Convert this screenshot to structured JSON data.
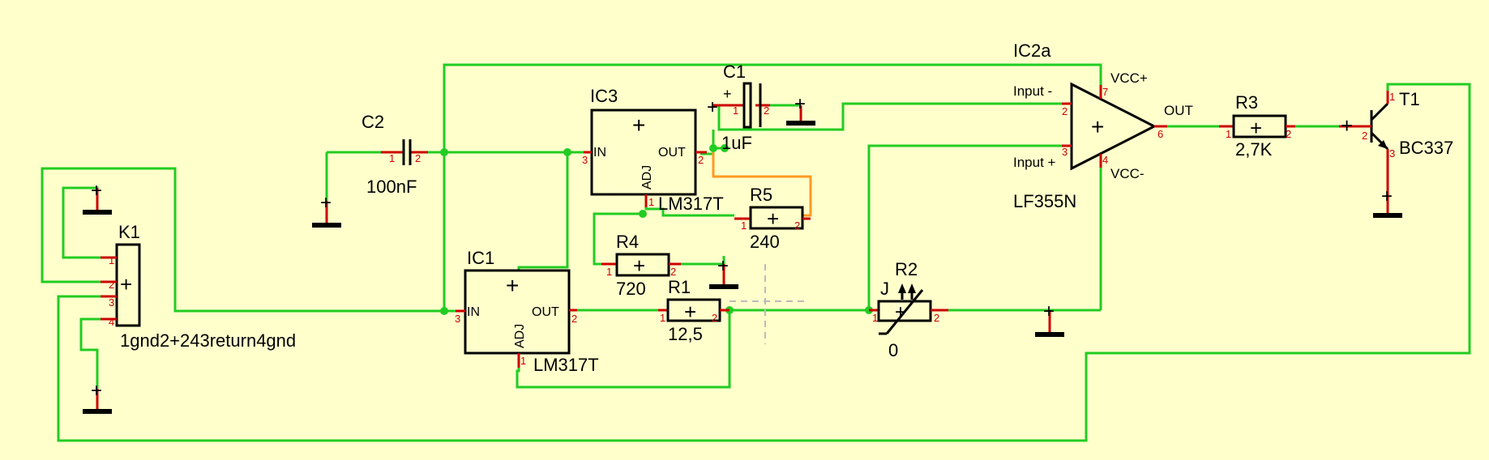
{
  "colors": {
    "background": "#ffffcc",
    "wire": "#22cc22",
    "wire_alt": "#ff9922",
    "pin": "#cc0000",
    "body": "#000000"
  },
  "components": {
    "c2": {
      "name": "C2",
      "value": "100nF",
      "pin1": "1",
      "pin2": "2"
    },
    "c1": {
      "name": "C1",
      "value": "1uF",
      "pin1": "1",
      "pin2": "2",
      "polarity": "+"
    },
    "ic3": {
      "name": "IC3",
      "part": "LM317T",
      "in": "IN",
      "out": "OUT",
      "adj": "ADJ",
      "pin_in": "3",
      "pin_out": "2",
      "pin_adj": "1"
    },
    "ic1": {
      "name": "IC1",
      "part": "LM317T",
      "in": "IN",
      "out": "OUT",
      "adj": "ADJ",
      "pin_in": "3",
      "pin_out": "2",
      "pin_adj": "1"
    },
    "r5": {
      "name": "R5",
      "value": "240",
      "pin1": "1",
      "pin2": "2"
    },
    "r4": {
      "name": "R4",
      "value": "720",
      "pin1": "1",
      "pin2": "2"
    },
    "r1": {
      "name": "R1",
      "value": "12,5",
      "pin1": "1",
      "pin2": "2"
    },
    "r2": {
      "name": "R2",
      "value": "0",
      "pin1": "1",
      "pin2": "2",
      "tag": "J"
    },
    "r3": {
      "name": "R3",
      "value": "2,7K",
      "pin1": "1",
      "pin2": "2"
    },
    "k1": {
      "name": "K1",
      "value": "1gnd2+243return4gnd",
      "pins": [
        "1",
        "2",
        "3",
        "4"
      ]
    },
    "ic2a": {
      "name": "IC2a",
      "part": "LF355N",
      "in_minus": "Input -",
      "in_plus": "Input +",
      "vcc_plus": "VCC+",
      "vcc_minus": "VCC-",
      "out": "OUT",
      "pin_minus": "2",
      "pin_plus": "3",
      "pin_vp": "7",
      "pin_vm": "4",
      "pin_out": "6"
    },
    "t1": {
      "name": "T1",
      "part": "BC337",
      "pin1": "1",
      "pin2": "2",
      "pin3": "3"
    }
  }
}
